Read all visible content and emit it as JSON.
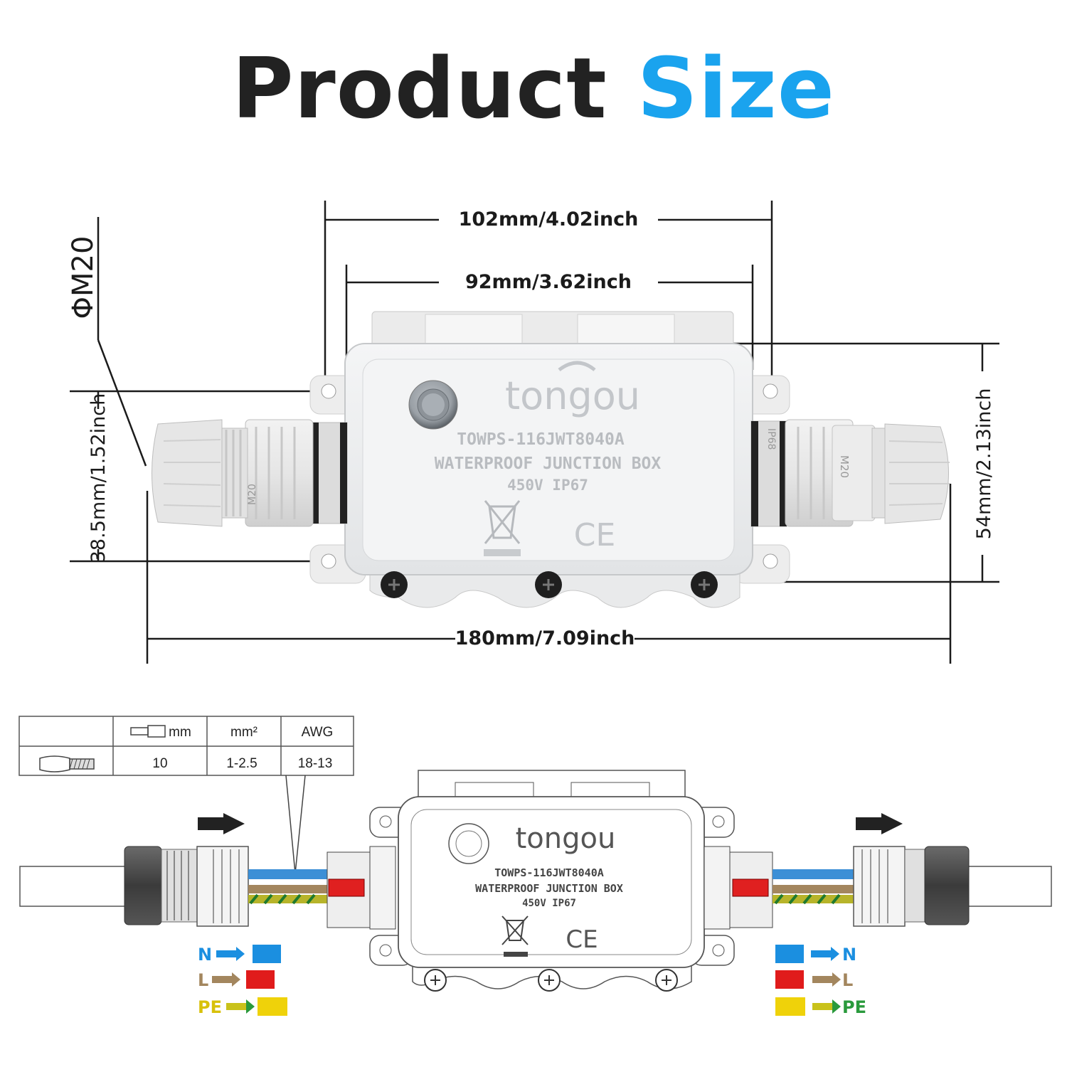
{
  "title": {
    "part1": "Product",
    "part2": "Size"
  },
  "dimensions": {
    "overall_width": "102mm/4.02inch",
    "body_width": "92mm/3.62inch",
    "total_length": "180mm/7.09inch",
    "height_left": "38.5mm/1.52inch",
    "height_right": "54mm/2.13inch",
    "thread": "ΦM20"
  },
  "product": {
    "brand": "tongou",
    "model": "TOWPS-116JWT8040A",
    "description": "WATERPROOF JUNCTION BOX",
    "rating": "450V  IP67",
    "ce_mark": "CE",
    "gland_thread_label": "M20",
    "gland_ip_label": "IP68"
  },
  "wire_table": {
    "headers": [
      "mm",
      "mm²",
      "AWG"
    ],
    "row": [
      "10",
      "1-2.5",
      "18-13"
    ]
  },
  "wiring_legend": {
    "left": [
      {
        "label": "N",
        "color": "#1b8fe0"
      },
      {
        "label": "L",
        "color": "#e01b1b"
      },
      {
        "label": "PE",
        "color": "#efd20a"
      }
    ],
    "right": [
      {
        "label": "N",
        "color": "#1b8fe0"
      },
      {
        "label": "L",
        "color": "#e01b1b"
      },
      {
        "label": "PE",
        "color": "#efd20a"
      }
    ]
  }
}
